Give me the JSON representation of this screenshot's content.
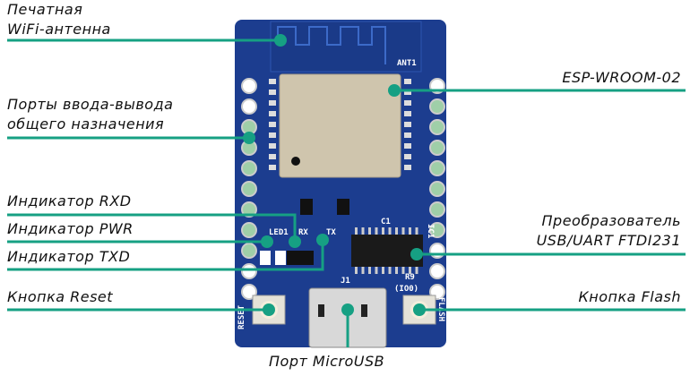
{
  "labels": {
    "antenna": [
      "Печатная",
      "WiFi-антенна"
    ],
    "module": "ESP-WROOM-02",
    "gpio": [
      "Порты ввода-вывода",
      "общего назначения"
    ],
    "rxd": "Индикатор RXD",
    "pwr": "Индикатор PWR",
    "txd": "Индикатор TXD",
    "converter": [
      "Преобразователь",
      "USB/UART FTDI231"
    ],
    "reset": "Кнопка Reset",
    "flash": "Кнопка Flash",
    "usb": "Порт MicroUSB"
  },
  "board": {
    "silkscreen": {
      "ant": "ANT1",
      "rx": "RX",
      "tx": "TX",
      "led": "LED1",
      "j1": "J1",
      "ic": "IC1",
      "c1": "C1",
      "r9": "R9",
      "reset": "RESET",
      "flash": "FLASH",
      "io0": "(IO0)"
    }
  },
  "colors": {
    "leader": "#16a083",
    "pcb": "#1c3d8f",
    "module": "#cfc5ad"
  }
}
